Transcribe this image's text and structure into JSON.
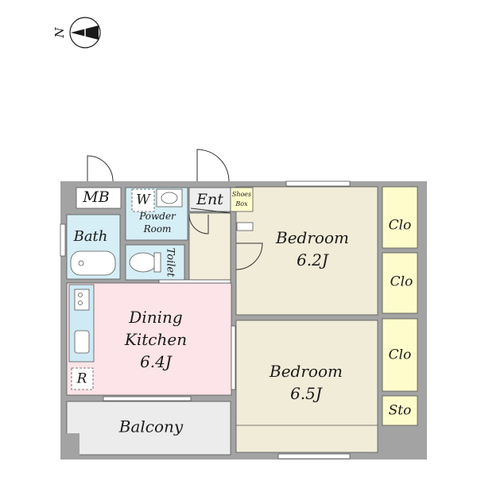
{
  "compass": {
    "north_label": "N"
  },
  "rooms": {
    "mb": "MB",
    "w": "W",
    "powder_room": [
      "Powder",
      "Room"
    ],
    "ent": "Ent",
    "shoes_box": [
      "Shoes",
      "Box"
    ],
    "bath": "Bath",
    "toilet": "Toilet",
    "dining_kitchen": [
      "Dining",
      "Kitchen",
      "6.4J"
    ],
    "refrigerator": "R",
    "balcony": "Balcony",
    "bedroom_north": [
      "Bedroom",
      "6.2J"
    ],
    "bedroom_south": [
      "Bedroom",
      "6.5J"
    ],
    "closet_1": "Clo",
    "closet_2": "Clo",
    "closet_3": "Clo",
    "storage": "Sto"
  },
  "colors": {
    "wall": "#9c9c9c",
    "bedroom": "#f1ecd8",
    "dining": "#fce4e8",
    "wet_area": "#d6eef6",
    "closet": "#fffccc",
    "balcony": "#ececec",
    "entry": "#f3eedb",
    "kitchen_counter": "#cfeaf5"
  }
}
